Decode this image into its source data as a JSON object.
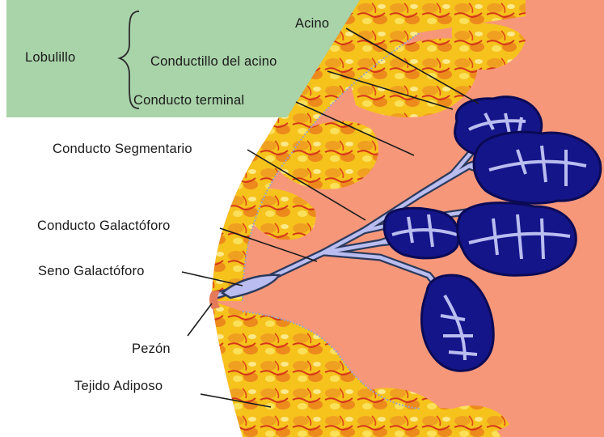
{
  "colors": {
    "legend_box": "#a9d3a9",
    "breast_tissue": "#f7977a",
    "fat_yellow": "#f5c518",
    "fat_orange": "#e8761a",
    "lobule_dark_blue": "#15158a",
    "lobule_blue": "#2b3fd0",
    "duct_lumen": "#b9bdf0",
    "duct_outline": "#2c3a5c"
  },
  "labels": {
    "lobulillo": "Lobulillo",
    "acino": "Acino",
    "conductillo": "Conductillo del acino",
    "conducto_terminal": "Conducto terminal",
    "conducto_segmentario": "Conducto Segmentario",
    "conducto_galactoforo": "Conducto Galactóforo",
    "seno_galactoforo": "Seno Galactóforo",
    "pezon": "Pezón",
    "tejido_adiposo": "Tejido Adiposo"
  }
}
